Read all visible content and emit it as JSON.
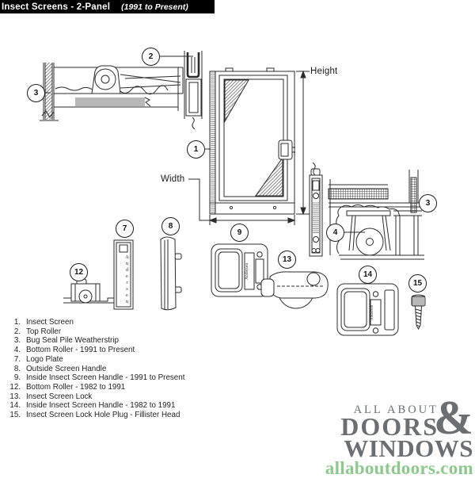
{
  "header": {
    "title": "Insect Screens - 2-Panel",
    "subtitle": "(1991 to Present)",
    "bar_color": "#000000",
    "text_color": "#ffffff"
  },
  "diagram": {
    "height_label": "Height",
    "width_label": "Width",
    "brand_text": "Andersen",
    "callouts": {
      "c1": "1",
      "c2": "2",
      "c3_left": "3",
      "c3_right": "3",
      "c4": "4",
      "c7": "7",
      "c8": "8",
      "c9": "9",
      "c12": "12",
      "c13": "13",
      "c14": "14",
      "c15": "15"
    }
  },
  "parts_list": {
    "items": [
      {
        "number": "1.",
        "label": "Insect Screen"
      },
      {
        "number": "2.",
        "label": "Top Roller"
      },
      {
        "number": "3.",
        "label": "Bug Seal Pile Weatherstrip"
      },
      {
        "number": "4.",
        "label": "Bottom Roller - 1991 to Present"
      },
      {
        "number": "7.",
        "label": "Logo Plate"
      },
      {
        "number": "8.",
        "label": "Outside Screen Handle"
      },
      {
        "number": "9.",
        "label": "Inside Insect Screen Handle - 1991 to Present"
      },
      {
        "number": "12.",
        "label": "Bottom Roller - 1982 to 1991"
      },
      {
        "number": "13.",
        "label": "Insect Screen Lock"
      },
      {
        "number": "14.",
        "label": "Inside Insect Screen Handle - 1982 to 1991"
      },
      {
        "number": "15.",
        "label": "Insect Screen Lock Hole Plug - Fillister Head"
      }
    ]
  },
  "logo": {
    "line1": "ALL ABOUT",
    "ampersand": "&",
    "line2": "DOORS",
    "line3": "WINDOWS",
    "url": "allaboutdoors.com",
    "gray_color": "#6b6f72",
    "green_color": "#8cc98c"
  }
}
